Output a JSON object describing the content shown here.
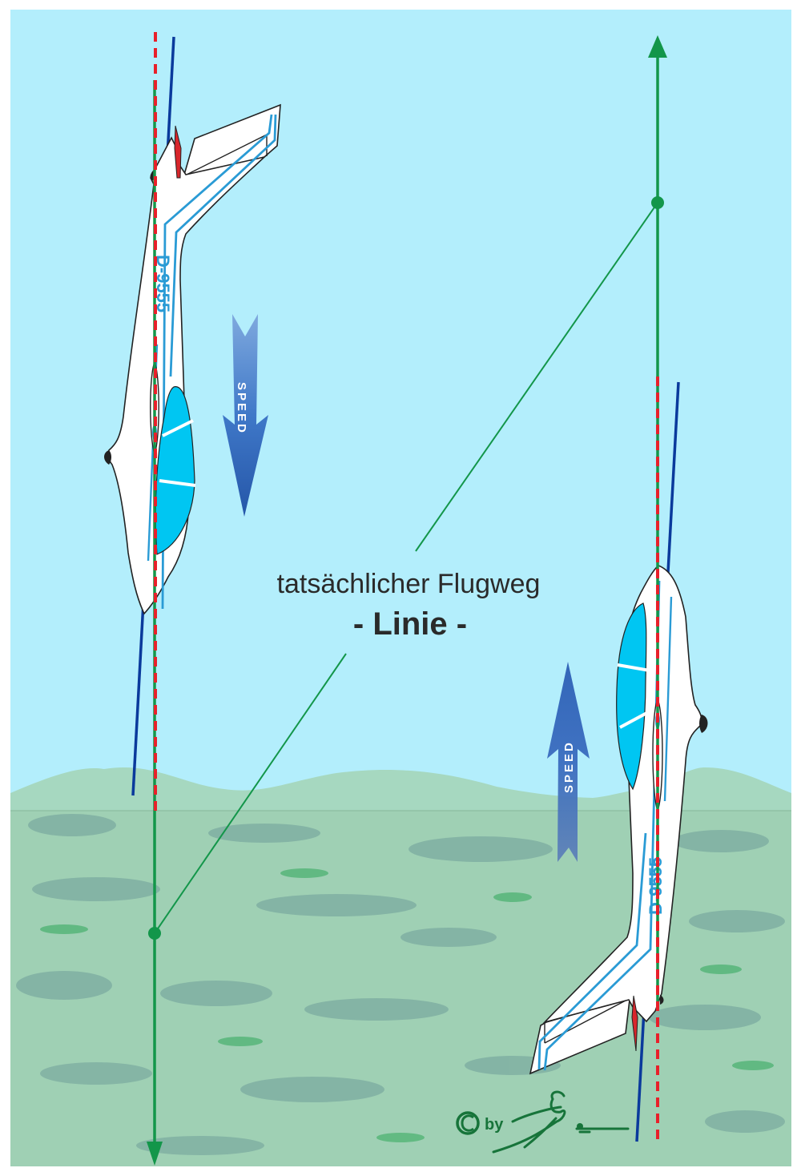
{
  "diagram": {
    "caption_line1": "tatsächlicher Flugweg",
    "caption_line2": "- Linie -",
    "speed_down_label": "SPEED",
    "speed_up_label": "SPEED",
    "glider_left_registration": "D-9555",
    "glider_right_registration": "D-9555",
    "copyright_symbol": "©",
    "copyright_by": "by",
    "signature": "signature"
  },
  "colors": {
    "sky": "#b3eefc",
    "terrain": "#9fd3b3",
    "flight_path_green": "#13964a",
    "fuselage_axis_red": "#e8202a",
    "wing_chord_blue": "#0a3a9c",
    "registration_blue": "#2a9bd5",
    "canopy_blue": "#00c6f2",
    "speed_arrow_blue": "#2f6ac0",
    "text_dark": "#2a2a2a",
    "copyright_green": "#17743a"
  }
}
